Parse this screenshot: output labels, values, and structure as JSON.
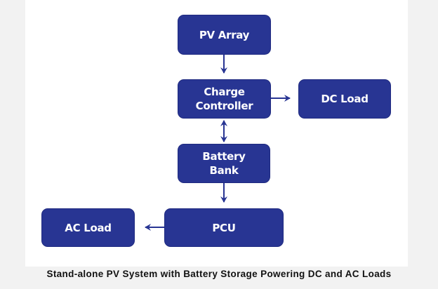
{
  "diagram": {
    "colors": {
      "box_fill": "#283593",
      "box_text": "#ffffff",
      "arrow": "#283593",
      "background": "#f2f2f2",
      "panel": "#ffffff"
    },
    "nodes": {
      "pv_array": "PV Array",
      "charge_controller": "Charge\nController",
      "dc_load": "DC Load",
      "battery_bank": "Battery\nBank",
      "pcu": "PCU",
      "ac_load": "AC Load"
    },
    "edges": [
      {
        "from": "PV Array",
        "to": "Charge Controller",
        "direction": "one-way"
      },
      {
        "from": "Charge Controller",
        "to": "DC Load",
        "direction": "one-way"
      },
      {
        "from": "Charge Controller",
        "to": "Battery Bank",
        "direction": "two-way"
      },
      {
        "from": "Battery Bank",
        "to": "PCU",
        "direction": "one-way"
      },
      {
        "from": "PCU",
        "to": "AC Load",
        "direction": "one-way"
      }
    ]
  },
  "caption": "Stand-alone PV System with Battery Storage Powering DC and AC Loads"
}
